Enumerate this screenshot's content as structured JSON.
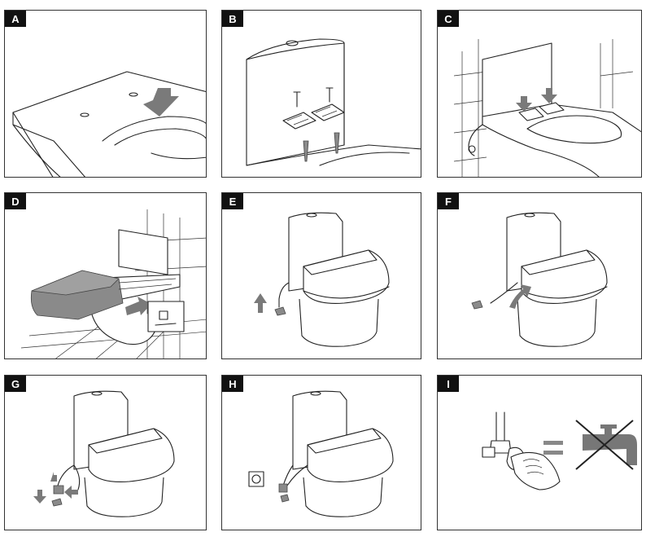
{
  "panels": [
    {
      "label": "A"
    },
    {
      "label": "B"
    },
    {
      "label": "C"
    },
    {
      "label": "D"
    },
    {
      "label": "E"
    },
    {
      "label": "F"
    },
    {
      "label": "G"
    },
    {
      "label": "H"
    },
    {
      "label": "I"
    }
  ],
  "colors": {
    "arrow": "#7a7a7a",
    "seat_gray": "#8a8a8a",
    "frame": "#333333",
    "tag_bg": "#111111"
  }
}
